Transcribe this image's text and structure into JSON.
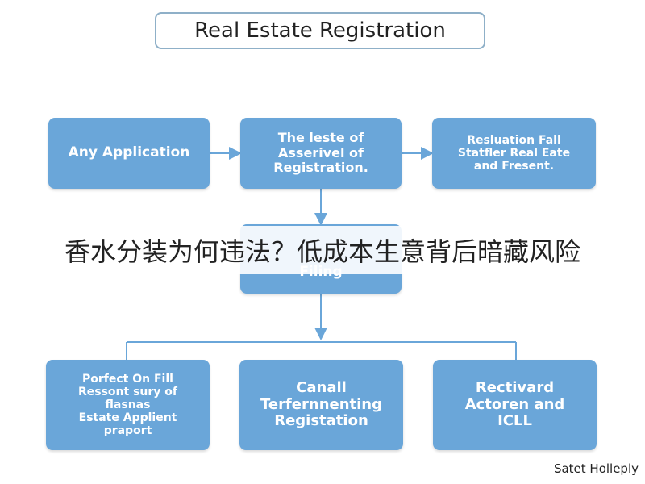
{
  "title": "Real Estate Registration",
  "boxes": {
    "application": "Any Application",
    "assessment": "The leste of\nAsserivel of\nRegistration.",
    "resolution": "Resluation Fall\nStatfler Real Eate\nand Fresent.",
    "filing": "Filing",
    "perfect": "Porfect On Fill\nRessont sury of\nflasnas\nEstate Applient\npraport",
    "canall": "Canall\nTerfernnenting\nRegistation",
    "rectivard": "Rectivard\nActoren and\nICLL"
  },
  "overlay_text": "香水分装为何违法？低成本生意背后暗藏风险",
  "footer": "Satet Holleply",
  "colors": {
    "box": "#6aa6d9",
    "arrow": "#6aa6d9",
    "title_border": "#8fb0c8"
  }
}
